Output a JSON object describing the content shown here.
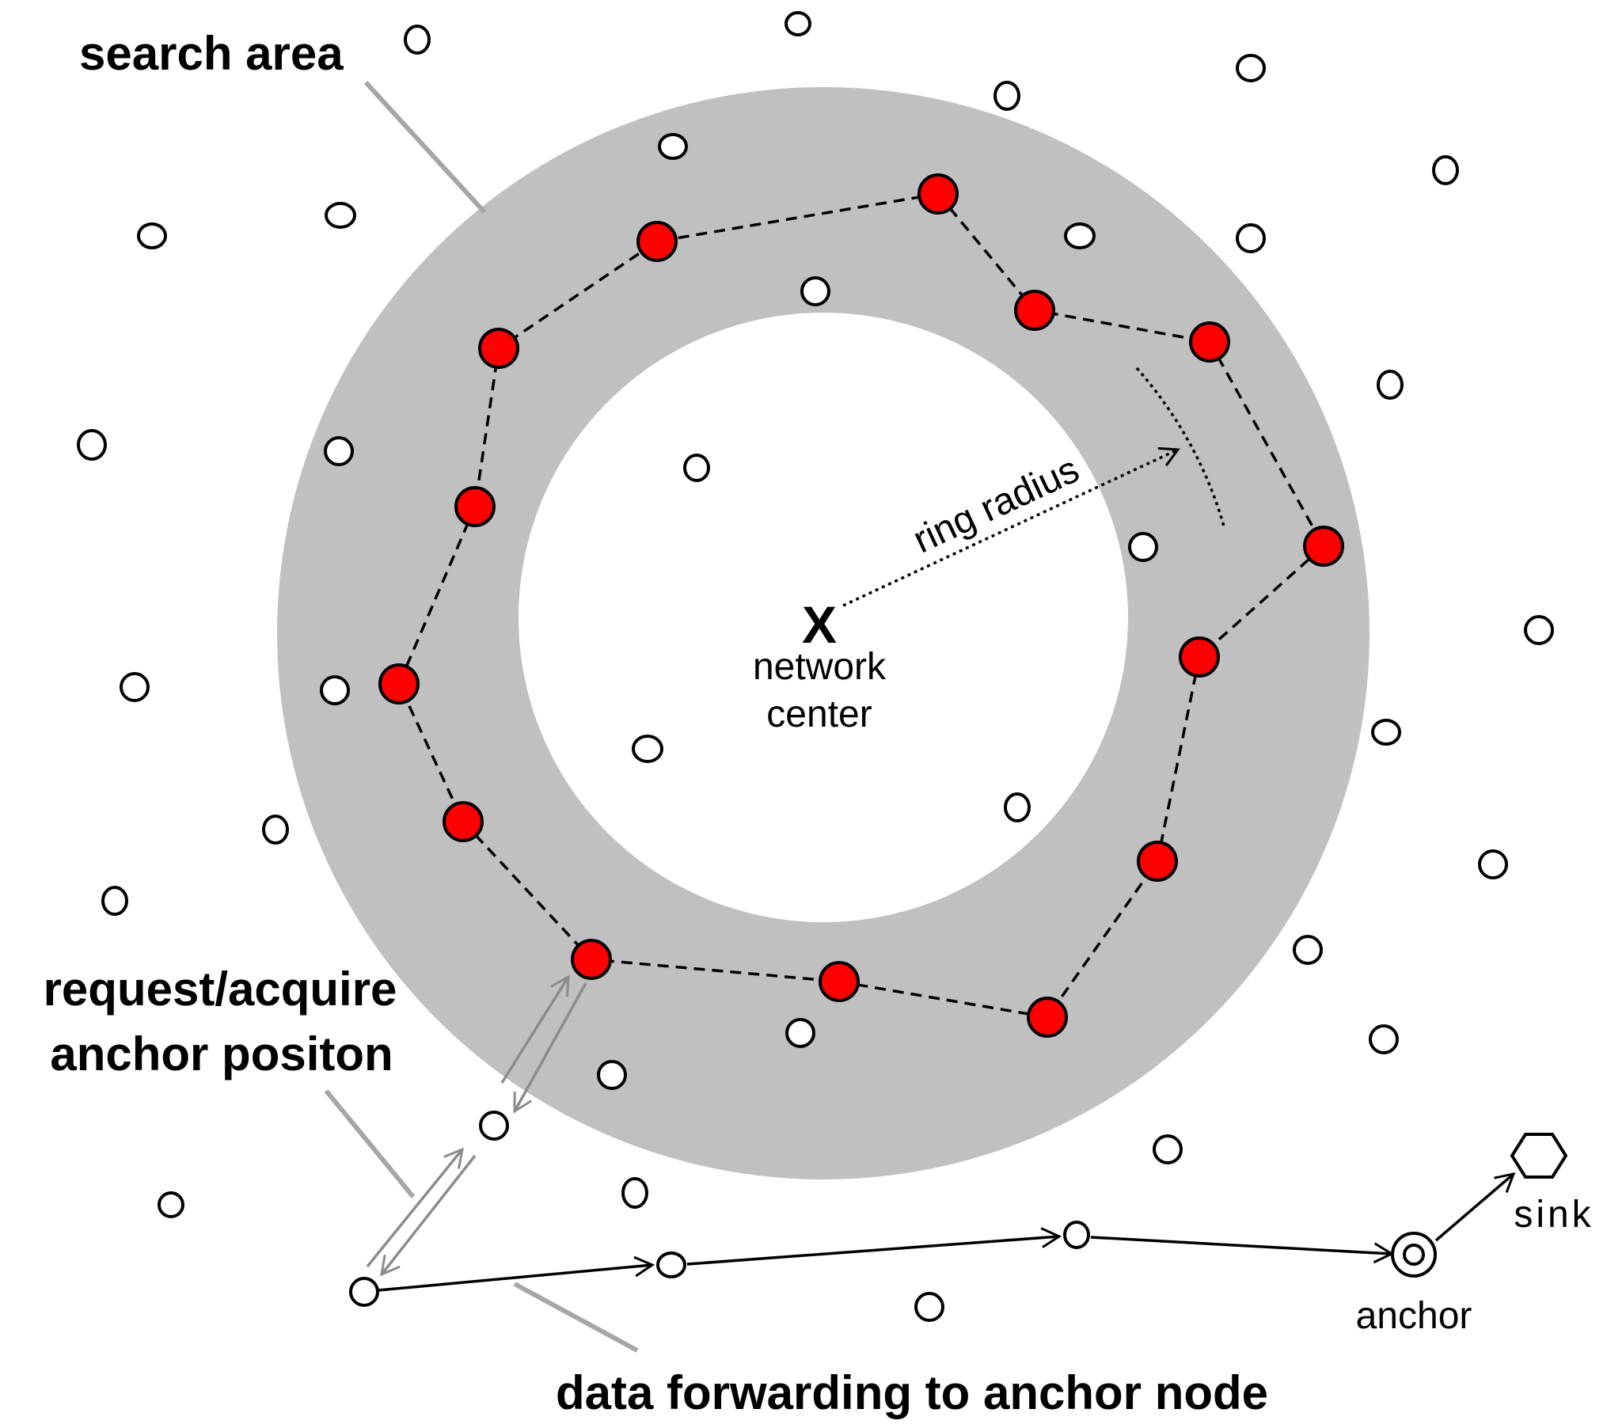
{
  "labels": {
    "search_area": "search area",
    "ring_radius": "ring radius",
    "center_mark": "X",
    "network_center_line1": "network",
    "network_center_line2": "center",
    "request_line1": "request/acquire",
    "request_line2": "anchor positon",
    "data_forwarding": "data forwarding to anchor node",
    "anchor": "anchor",
    "sink": "sink"
  },
  "colors": {
    "ring_fill": "#c0c0c0",
    "ring_node": "#ff0000",
    "node_outline": "#000000",
    "callout_line": "#a6a6a6",
    "request_arrow": "#8c8c8c"
  }
}
